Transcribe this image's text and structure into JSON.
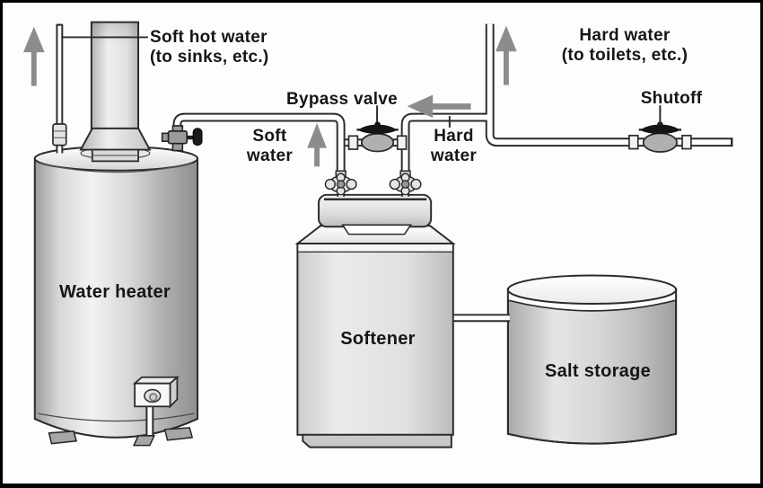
{
  "labels": {
    "soft_hot_water_line1": "Soft hot water",
    "soft_hot_water_line2": "(to sinks, etc.)",
    "hard_water_out_line1": "Hard water",
    "hard_water_out_line2": "(to toilets, etc.)",
    "bypass_valve": "Bypass valve",
    "soft_water_line1": "Soft",
    "soft_water_line2": "water",
    "hard_water_in_line1": "Hard",
    "hard_water_in_line2": "water",
    "shutoff": "Shutoff",
    "water_heater": "Water heater",
    "softener": "Softener",
    "salt_storage": "Salt storage"
  },
  "icons": [
    {
      "name": "up-arrow-soft-hot-water-icon",
      "meaning": "flow up out of water heater",
      "direction": "up"
    },
    {
      "name": "up-arrow-soft-water-icon",
      "meaning": "soft water flow up",
      "direction": "up"
    },
    {
      "name": "left-arrow-hard-water-icon",
      "meaning": "hard water flow toward bypass valve",
      "direction": "left"
    },
    {
      "name": "up-arrow-hard-water-icon",
      "meaning": "hard water flow up to toilets",
      "direction": "up"
    }
  ],
  "colors": {
    "frame": "#000000",
    "background": "#fdfdfd",
    "outline": "#2b2b2b",
    "pipe_fill": "#ffffff",
    "arrow": "#8c8c8c",
    "valve_body": "#b0b0b0",
    "valve_handle": "#151515",
    "tank_metal": "#d8d8d8",
    "text": "#161616"
  }
}
